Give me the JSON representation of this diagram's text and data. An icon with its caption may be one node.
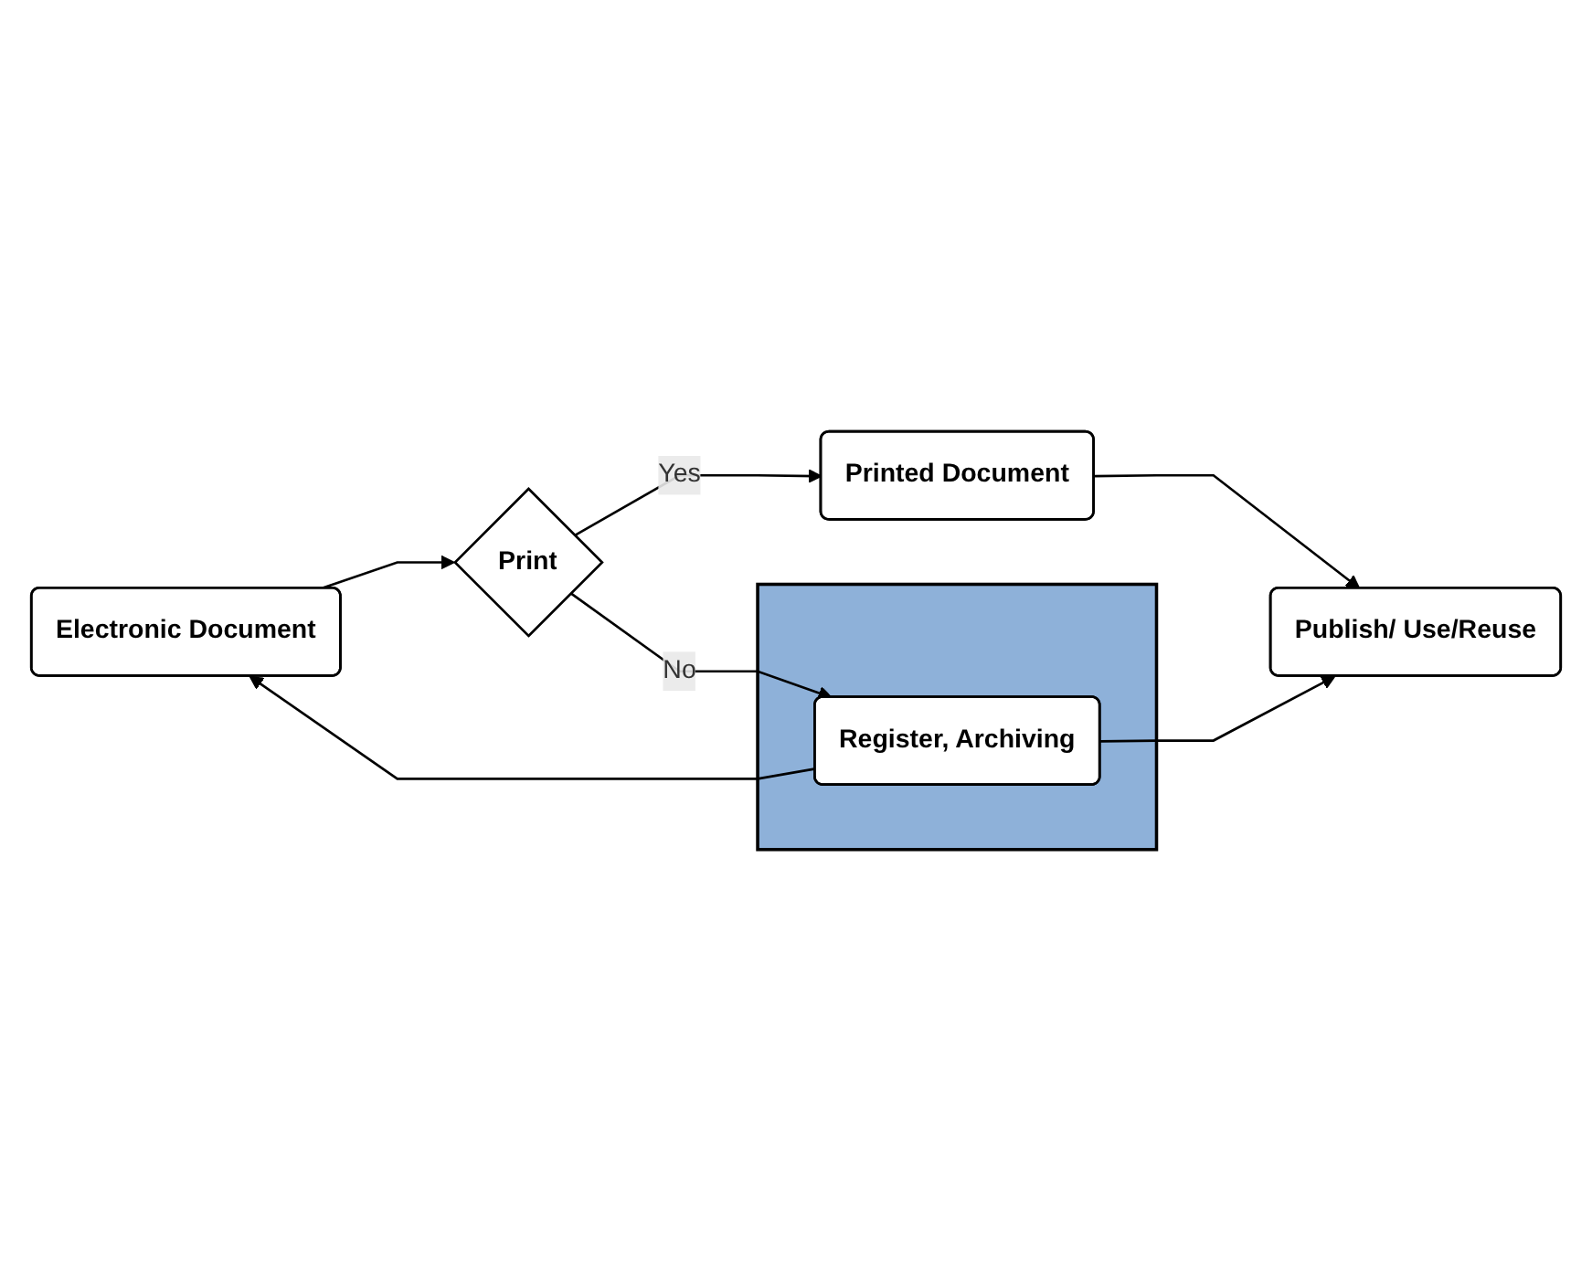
{
  "diagram": {
    "nodes": [
      {
        "text": [
          "Electronic Document"
        ]
      },
      {
        "text": [
          "Print"
        ]
      },
      {
        "text": [
          "Printed Document"
        ]
      },
      {
        "text": [],
        "shape": "cylinder"
      },
      {
        "text": [
          "Register, Archiving"
        ],
        "in": 3
      },
      {
        "text": [
          "Publish/ Use/Reuse"
        ]
      }
    ],
    "edges": [
      {
        "from": 0,
        "to": 1,
        "arrow": "to"
      },
      {
        "from": 1,
        "to": 2,
        "label": "Yes",
        "arrow": "to"
      },
      {
        "from": 1,
        "to": 4,
        "label": "No",
        "arrow": "to"
      },
      {
        "from": 2,
        "to": 5,
        "arrow": "to"
      },
      {
        "from": 4,
        "to": 5,
        "arrow": "to"
      },
      {
        "from": 4,
        "to": 0,
        "arrow": "to"
      }
    ]
  }
}
